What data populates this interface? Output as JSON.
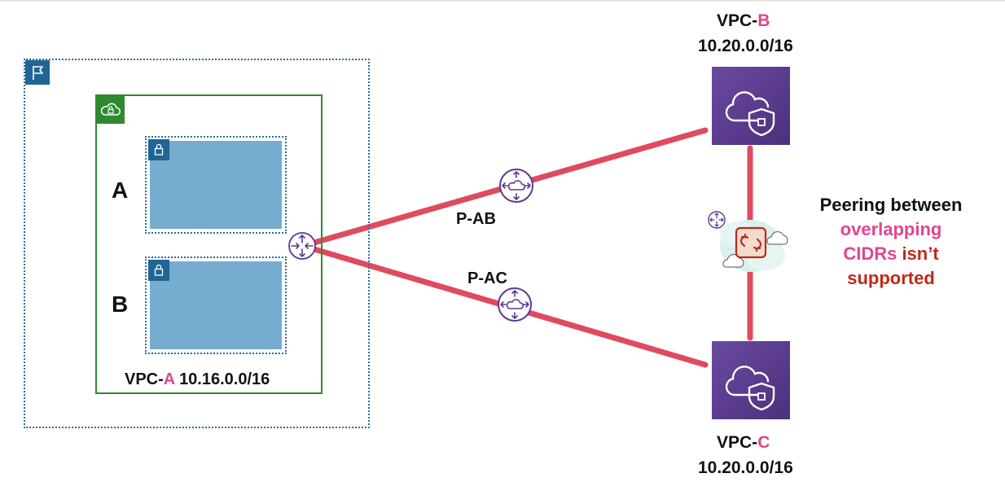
{
  "diagram": {
    "vpc_a": {
      "prefix": "VPC-",
      "letter": "A",
      "cidr": "10.16.0.0/16"
    },
    "vpc_b": {
      "prefix": "VPC-",
      "letter": "B",
      "cidr": "10.20.0.0/16"
    },
    "vpc_c": {
      "prefix": "VPC-",
      "letter": "C",
      "cidr": "10.20.0.0/16"
    },
    "subnets": [
      {
        "label": "A"
      },
      {
        "label": "B"
      }
    ],
    "peering": [
      {
        "label": "P-AB"
      },
      {
        "label": "P-AC"
      }
    ],
    "note": {
      "line1": "Peering between",
      "line2": "overlapping",
      "line3_part1": "CIDRs",
      "line3_part2": " isn’t",
      "line4": "supported"
    },
    "colors": {
      "link": "#e04a5f",
      "vpc_tile": "#5b3a8f",
      "region_border": "#2a6f9e",
      "vpc_border": "#2f8a2f",
      "subnet_fill": "#76acd0",
      "accent_pink": "#e0458d",
      "accent_red": "#c0281a"
    }
  }
}
